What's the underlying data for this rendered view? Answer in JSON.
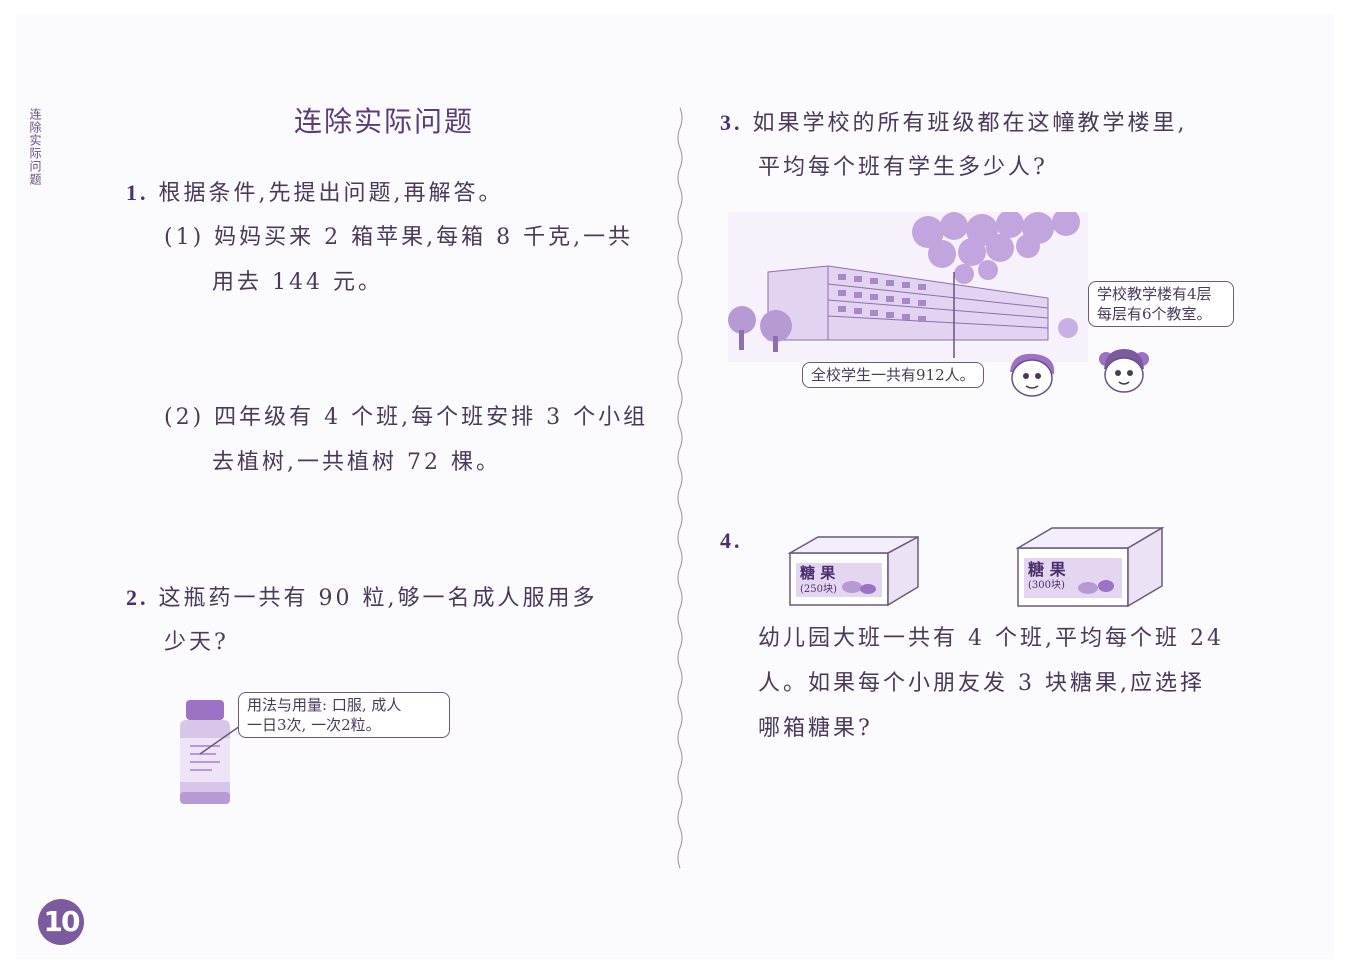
{
  "side_title": "连除实际问题",
  "title": "连除实际问题",
  "page_number": "10",
  "q1": {
    "num": "1.",
    "text": "根据条件,先提出问题,再解答。",
    "sub1_num": "(1)",
    "sub1_line1": "妈妈买来 2 箱苹果,每箱 8 千克,一共",
    "sub1_line2": "用去 144 元。",
    "sub2_num": "(2)",
    "sub2_line1": "四年级有 4 个班,每个班安排 3 个小组",
    "sub2_line2": "去植树,一共植树 72 棵。"
  },
  "q2": {
    "num": "2.",
    "line1": "这瓶药一共有 90 粒,够一名成人服用多",
    "line2": "少天?",
    "bubble_line1": "用法与用量: 口服, 成人",
    "bubble_line2": "一日3次, 一次2粒。"
  },
  "q3": {
    "num": "3.",
    "line1": "如果学校的所有班级都在这幢教学楼里,",
    "line2": "平均每个班有学生多少人?",
    "bubble_total": "全校学生一共有912人。",
    "bubble_floors_line1": "学校教学楼有4层",
    "bubble_floors_line2": "每层有6个教室。"
  },
  "q4": {
    "num": "4.",
    "box1_label": "糖 果",
    "box1_count": "(250块)",
    "box2_label": "糖 果",
    "box2_count": "(300块)",
    "line1": "幼儿园大班一共有 4 个班,平均每个班 24",
    "line2": "人。如果每个小朋友发 3 块糖果,应选择",
    "line3": "哪箱糖果?"
  },
  "colors": {
    "accent": "#7b5a9e",
    "text": "#4a3a5a",
    "illustration": "#b08fcf"
  }
}
